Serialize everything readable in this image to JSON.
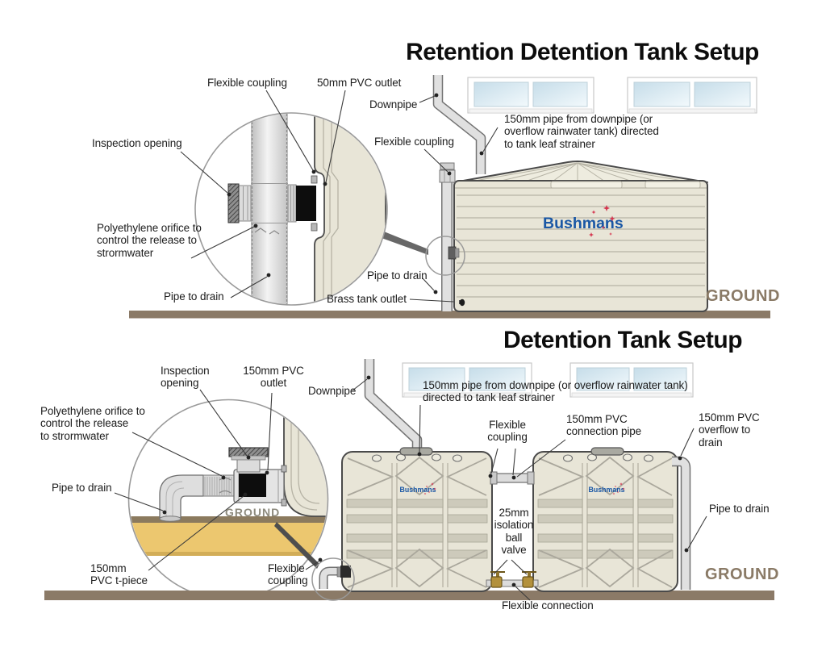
{
  "top": {
    "title": "Retention Detention Tank Setup",
    "inset": {
      "flexible_coupling": "Flexible coupling",
      "pvc_outlet": "50mm PVC outlet",
      "inspection_opening": "Inspection opening",
      "orifice_note": "Polyethylene orifice to\ncontrol the release to\nstrormwater",
      "pipe_to_drain": "Pipe to drain"
    },
    "scene": {
      "downpipe": "Downpipe",
      "pipe_note": "150mm pipe from downpipe (or\noverflow rainwater tank) directed\nto tank leaf strainer",
      "flexible_coupling": "Flexible coupling",
      "pipe_to_drain": "Pipe to drain",
      "brass_outlet": "Brass tank outlet",
      "ground": "GROUND",
      "brand": "Bushmans"
    }
  },
  "bottom": {
    "title": "Detention Tank Setup",
    "inset": {
      "inspection_opening": "Inspection\nopening",
      "pvc_outlet": "150mm PVC\noutlet",
      "orifice_note": "Polyethylene orifice to\ncontrol the release\nto strormwater",
      "pipe_to_drain": "Pipe to drain",
      "ground": "GROUND",
      "t_piece": "150mm\nPVC t-piece",
      "flexible_coupling": "Flexible\ncoupling"
    },
    "scene": {
      "downpipe": "Downpipe",
      "pipe_note": "150mm pipe from downpipe (or overflow rainwater tank)\ndirected to tank leaf strainer",
      "flexible_coupling": "Flexible\ncoupling",
      "connection_pipe": "150mm PVC\nconnection pipe",
      "overflow": "150mm PVC\noverflow to\ndrain",
      "ball_valve": "25mm\nisolation\nball\nvalve",
      "pipe_to_drain": "Pipe to drain",
      "flexible_connection": "Flexible connection",
      "ground": "GROUND",
      "brand": "Bushmans"
    }
  },
  "colors": {
    "tank": "#e8e5d7",
    "tank_line": "#b6b3a5",
    "outline": "#4a4a4a",
    "ground_bar": "#8b7a67",
    "ground_text": "#8a7a66",
    "soil": "#ecc76f",
    "soil_dark": "#8b7a5e",
    "brand_blue": "#1a57a5",
    "star_red": "#d5344e",
    "label": "#1c1c1c"
  }
}
